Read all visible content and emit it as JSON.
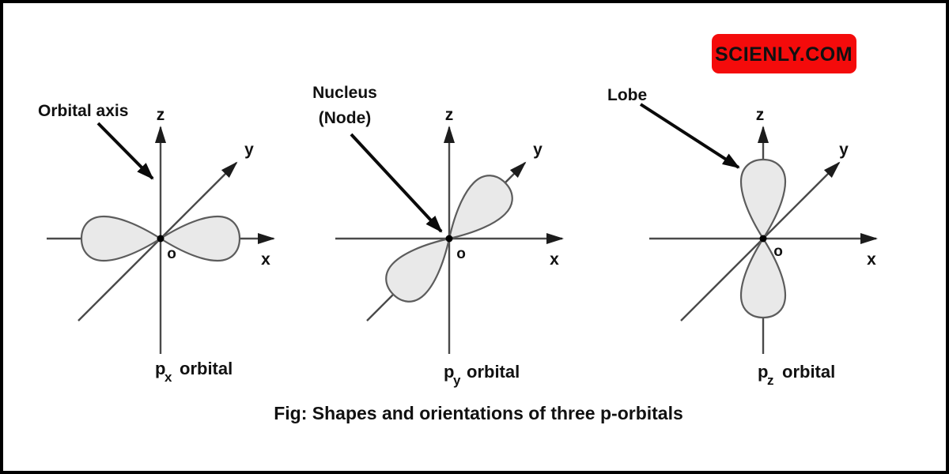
{
  "figure": {
    "caption": "Fig: Shapes and orientations of three p-orbitals"
  },
  "badge": {
    "text": "SCIENLY.COM",
    "bg_color": "#F40B0B",
    "text_color": "#FFFFFF"
  },
  "annotations": {
    "orbital_axis": "Orbital axis",
    "nucleus_line1": "Nucleus",
    "nucleus_line2": "(Node)",
    "lobe": "Lobe"
  },
  "diagrams": [
    {
      "name": "px orbital",
      "axes": {
        "z": "z",
        "y": "y",
        "x": "x"
      },
      "origin": "o",
      "orbital": {
        "p": "p",
        "sub": "x",
        "word": "orbital"
      },
      "lobes": "two lobes along x-axis"
    },
    {
      "name": "py orbital",
      "axes": {
        "z": "z",
        "y": "y",
        "x": "x"
      },
      "origin": "o",
      "orbital": {
        "p": "p",
        "sub": "y",
        "word": "orbital"
      },
      "lobes": "two lobes along y-axis"
    },
    {
      "name": "pz orbital",
      "axes": {
        "z": "z",
        "y": "y",
        "x": "x"
      },
      "origin": "o",
      "orbital": {
        "p": "p",
        "sub": "z",
        "word": "orbital"
      },
      "lobes": "two lobes along z-axis"
    }
  ],
  "colors": {
    "axis": "#4a4a4a",
    "arrowhead": "#1c1c1c",
    "lobe-fill": "#e9e9e9",
    "lobe-stroke": "#5c5c5c",
    "annotation": "#0a0a0a",
    "text": "#111111",
    "border": "#000000"
  }
}
